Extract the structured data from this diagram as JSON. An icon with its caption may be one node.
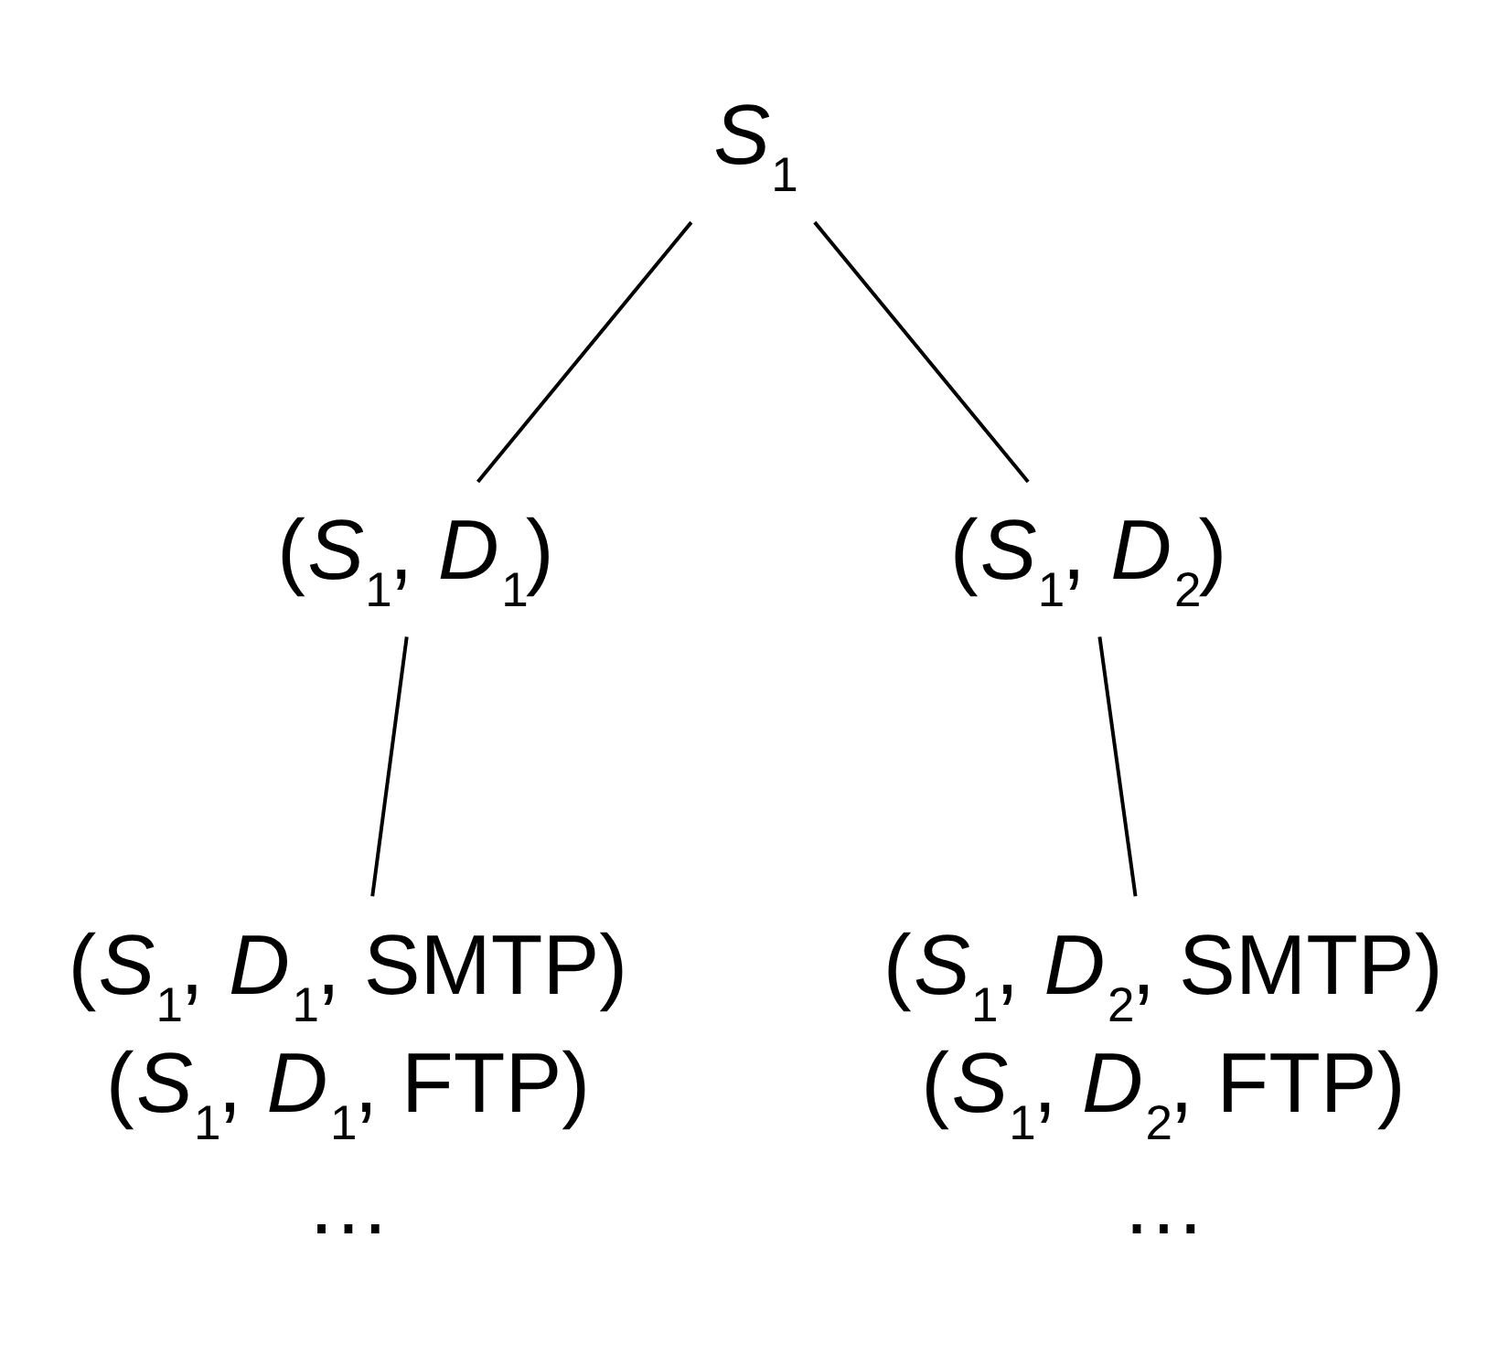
{
  "diagram": {
    "nodes": [
      {
        "text": [
          "*S*$_{1}$"
        ]
      },
      {
        "text": [
          "(*S*$_{1}$, *D*$_{1}$)"
        ]
      },
      {
        "text": [
          "(*S*$_{1}$, *D*$_{2}$)"
        ]
      },
      {
        "text": [
          "(*S*$_{1}$, *D*$_{1}$, SMTP)",
          "(*S*$_{1}$, *D*$_{1}$, FTP)",
          "…"
        ]
      },
      {
        "text": [
          "(*S*$_{1}$, *D*$_{2}$, SMTP)",
          "(*S*$_{1}$, *D*$_{2}$, FTP)",
          "…"
        ]
      }
    ],
    "edges": [
      {
        "from": 0,
        "to": 1,
        "arrow": "none"
      },
      {
        "from": 0,
        "to": 2,
        "arrow": "none"
      },
      {
        "from": 1,
        "to": 3,
        "arrow": "none"
      },
      {
        "from": 2,
        "to": 4,
        "arrow": "none"
      }
    ]
  }
}
